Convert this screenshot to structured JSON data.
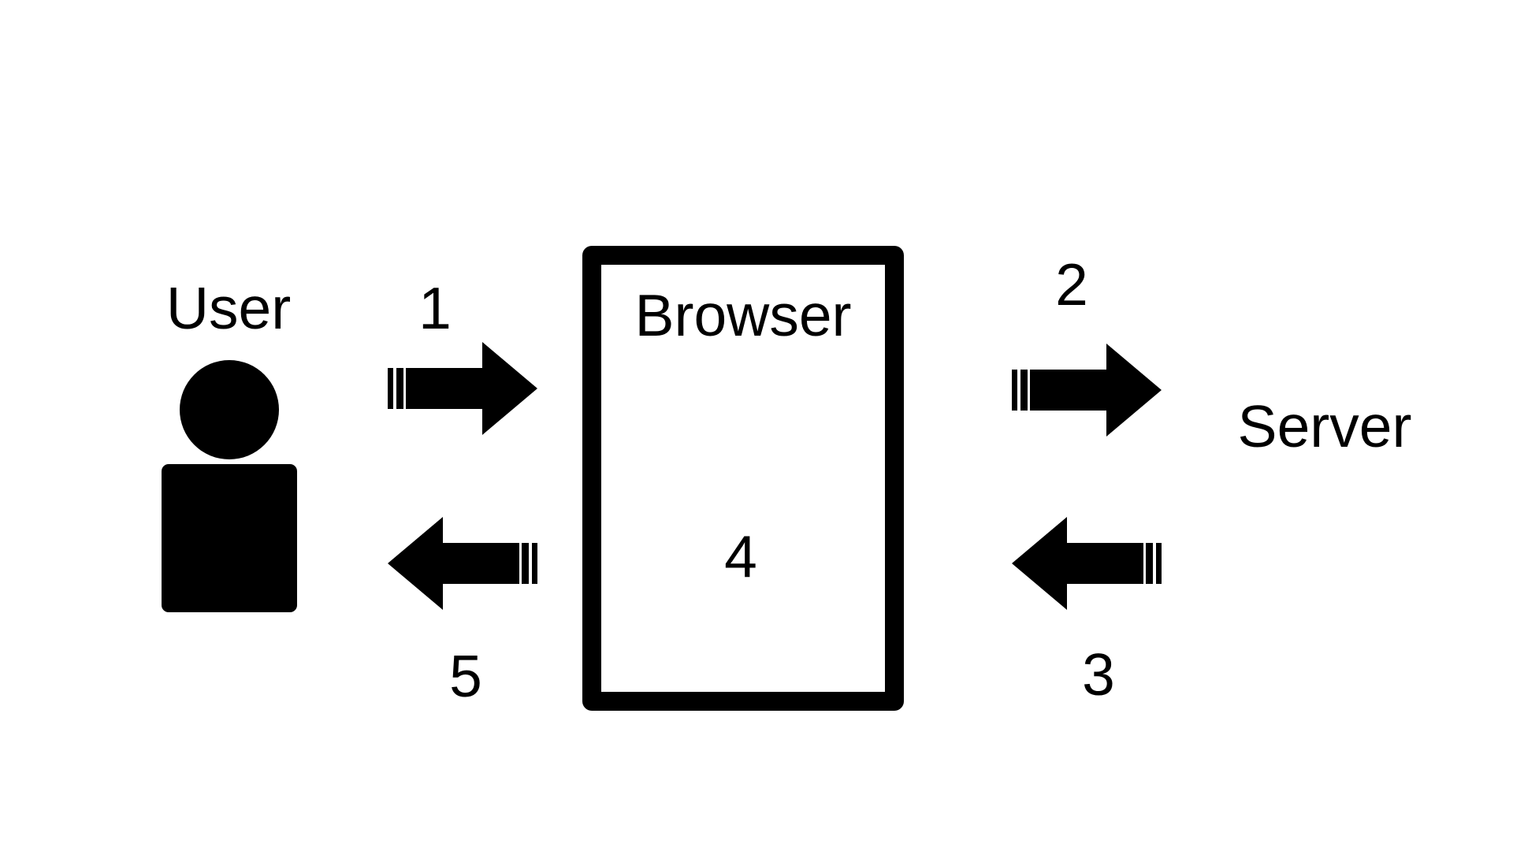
{
  "canvas": {
    "background_color": "#ffffff",
    "ink_color": "#000000"
  },
  "actors": {
    "user": {
      "label": "User"
    },
    "browser": {
      "label": "Browser"
    },
    "server": {
      "label": "Server"
    }
  },
  "steps": {
    "step1": {
      "label": "1",
      "arrow": "striped-arrow-right"
    },
    "step2": {
      "label": "2",
      "arrow": "striped-arrow-right"
    },
    "step3": {
      "label": "3",
      "arrow": "striped-arrow-left"
    },
    "step4": {
      "label": "4",
      "arrow": "none"
    },
    "step5": {
      "label": "5",
      "arrow": "striped-arrow-left"
    }
  }
}
